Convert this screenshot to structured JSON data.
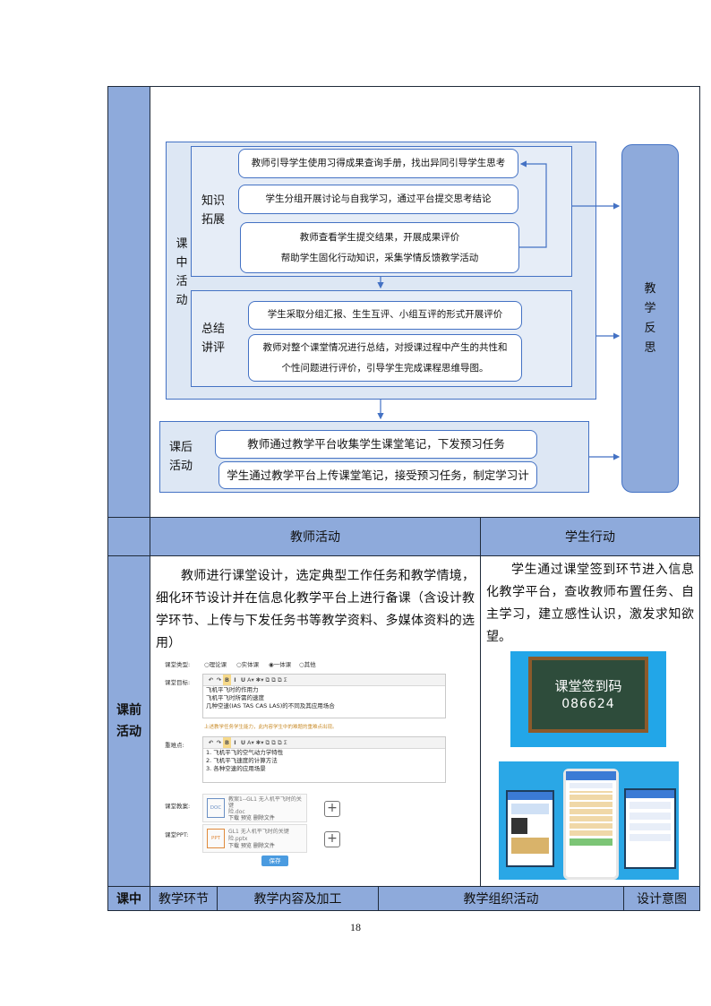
{
  "diagram": {
    "ke_zhong_label": "课\n中\n活\n动",
    "zhishi_label": "知识\n拓展",
    "zongjie_label": "总结\n讲评",
    "kehou_label": "课后\n活动",
    "reflect_label": "教\n学\n反\n思",
    "boxes": [
      "教师引导学生使用习得成果查询手册，找出异同引导学生思考",
      "学生分组开展讨论与自我学习，通过平台提交思考结论",
      "教师查看学生提交结果，开展成果评价\n帮助学生固化行动知识，采集学情反馈教学活动",
      "学生采取分组汇报、生生互评、小组互评的形式开展评价",
      "教师对整个课堂情况进行总结，对授课过程中产生的共性和\n个性问题进行评价，引导学生完成课程思维导图。",
      "教师通过教学平台收集学生课堂笔记，下发预习任务",
      "学生通过教学平台上传课堂笔记，接受预习任务，制定学习计"
    ]
  },
  "table": {
    "header_teacher": "教师活动",
    "header_student": "学生行动",
    "row_label": "课前\n活动",
    "teacher_text": "教师进行课堂设计，选定典型工作任务和教学情境，细化环节设计并在信息化教学平台上进行备课（含设计教学环节、上传与下发任务书等教学资料、多媒体资料的选用）",
    "student_text": "学生通过课堂签到环节进入信息化教学平台，查收教师布置任务、自主学习，建立感性认识，激发求知欲望。",
    "blackboard_line1": "课堂签到码",
    "blackboard_line2": "086624",
    "bottom_row": [
      "课中",
      "教学环节",
      "教学内容及加工",
      "教学组织活动",
      "设计意图"
    ]
  },
  "form": {
    "type_label": "课堂类型:",
    "type_options": [
      "○理论课",
      "○实体课",
      "◉一体课",
      "○其他"
    ],
    "goal_label": "课堂目标:",
    "goal_lines": [
      "飞机平飞时的作用力",
      "飞机平飞时所需的速度",
      "几种空速(IAS TAS CAS LAS)的不同及其应用场合"
    ],
    "goal_hint": "上述教学任务学生能力，此内容学生中的难题的重难点出现。",
    "key_label": "重难点:",
    "key_lines": [
      "1. 飞机平飞的空气动力学特性",
      "2. 飞机平飞速度的计算方法",
      "3. 各种空速的应用场景"
    ],
    "doc_label": "课堂教案:",
    "doc_name": "教案1--GL1 无人机平飞时的关键",
    "doc_name2": "险.doc",
    "ppt_label": "课堂PPT:",
    "ppt_name": "GL1 无人机平飞时的关键险.pptx",
    "file_actions": "下载    预览    删除文件",
    "save_button": "保存",
    "toolbar_text": "A▾  ✱▾  ⧉  ⧉  ⧉  Σ"
  },
  "page_number": "18"
}
